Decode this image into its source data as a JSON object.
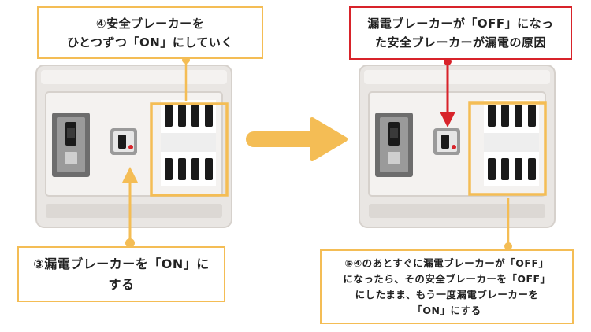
{
  "callouts": {
    "step4": "④安全ブレーカーを\nひとつずつ「ON」にしていく",
    "step3": "③漏電ブレーカーを「ON」に\nする",
    "cause": "漏電ブレーカーが「OFF」になっ\nた安全ブレーカーが漏電の原因",
    "step5": "⑤④のあとすぐに漏電ブレーカーが「OFF」\nになったら、その安全ブレーカーを「OFF」\nにしたまま、もう一度漏電ブレーカーを\n「ON」にする"
  },
  "colors": {
    "accent": "#f4bd55",
    "alert": "#d8232a",
    "panel_body": "#e9e6e3",
    "breaker_switch": "#1a1a1a"
  },
  "icons": {
    "arrow": "right-arrow-icon"
  }
}
